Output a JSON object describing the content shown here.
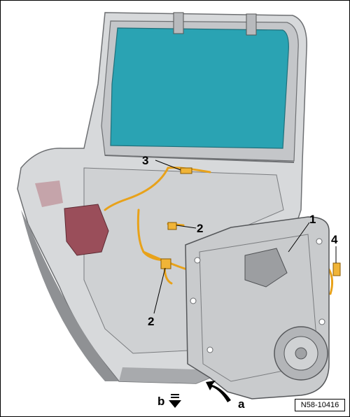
{
  "callouts": {
    "c1": "1",
    "c2a": "2",
    "c2b": "2",
    "c3": "3",
    "c4": "4",
    "ca": "a",
    "cb": "b"
  },
  "reference": "N58-10416",
  "colors": {
    "glass": "#2aa3b3",
    "door_body": "#d7d9db",
    "door_shadow": "#8f9194",
    "harness": "#e8a21a",
    "lock": "#9a4e5a",
    "module": "#c9cbcd"
  },
  "icons": {
    "arrow_a": "curved-arrow-icon",
    "arrow_b": "down-arrow-icon"
  }
}
